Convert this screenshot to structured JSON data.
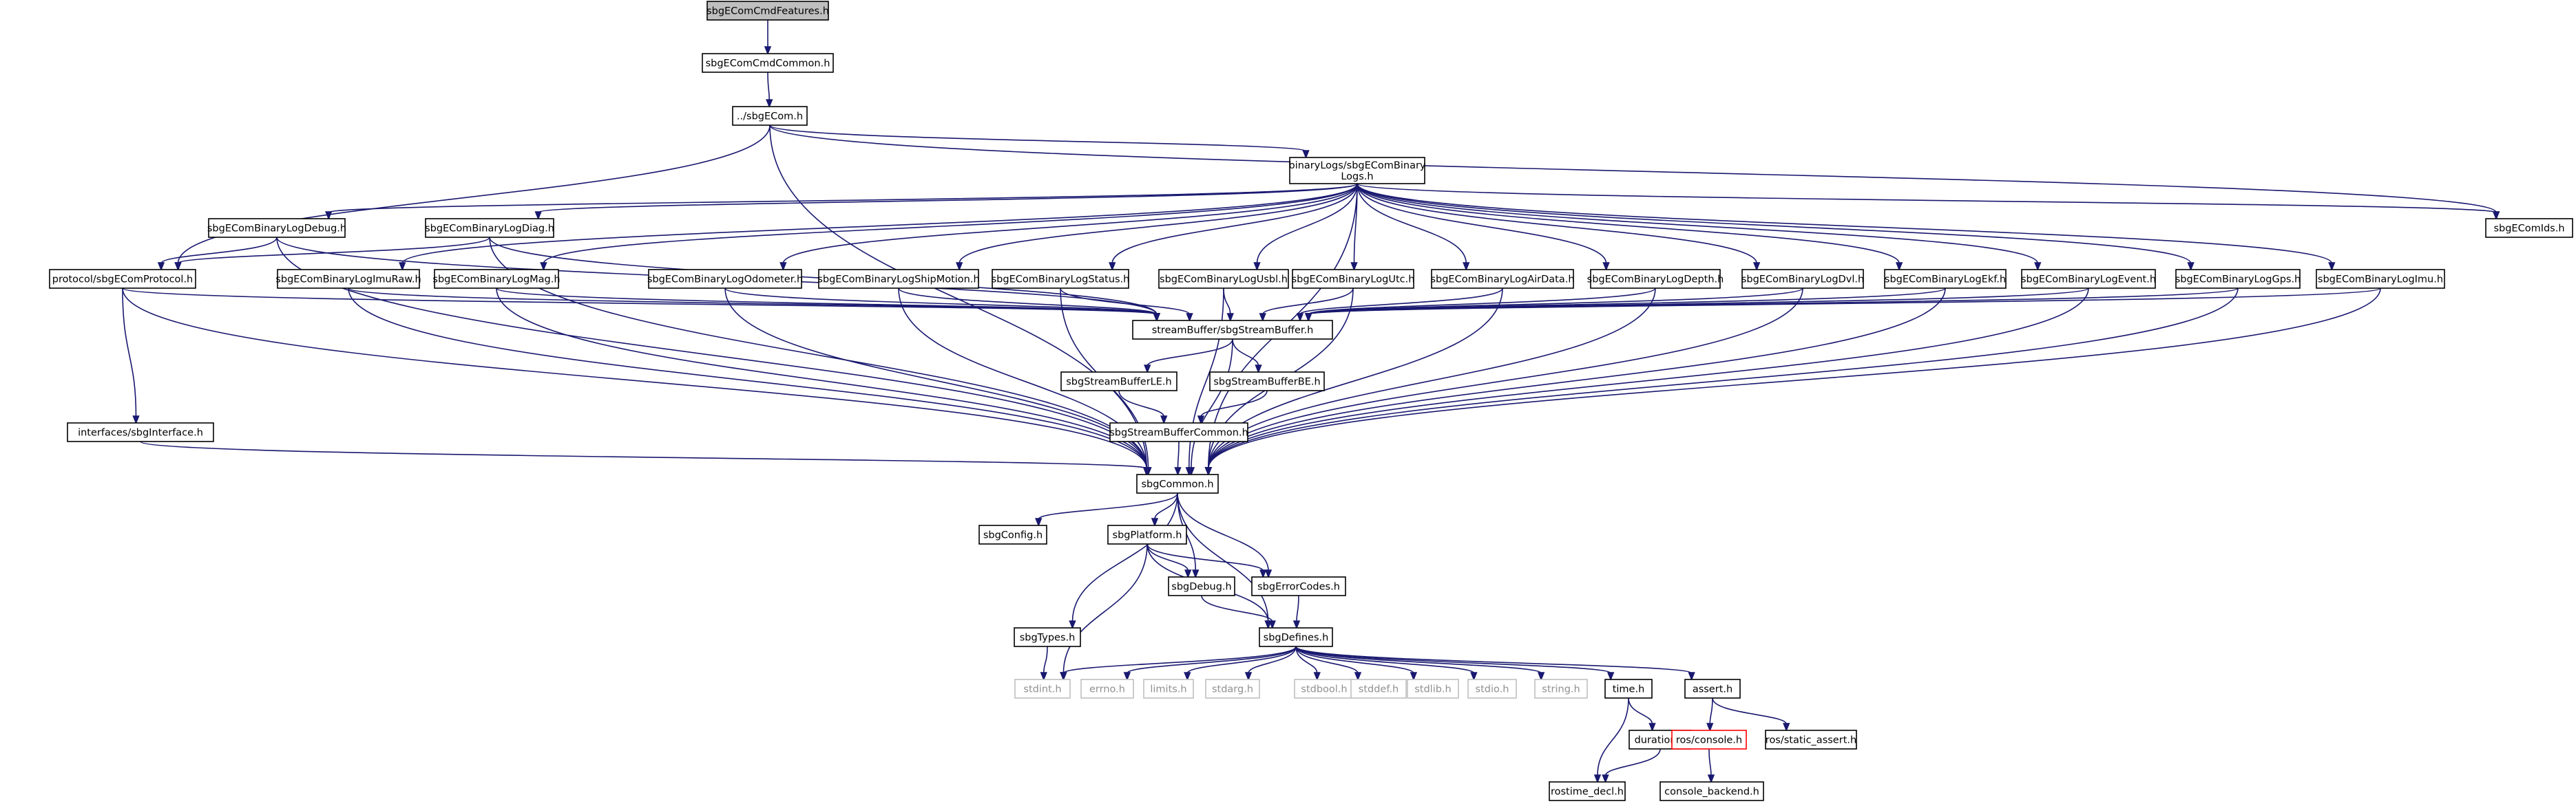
{
  "colors": {
    "edge": "#191970",
    "node_border": "#000000",
    "external_border": "#bfbfbf",
    "missing_border": "#ff0000",
    "root_fill": "#bfbfbf",
    "node_fill": "#ffffff",
    "external_text": "#909090"
  },
  "nodes": [
    {
      "id": "features",
      "lines": [
        "sbgEComCmdFeatures.h"
      ],
      "kind": "root"
    },
    {
      "id": "cmdcommon",
      "lines": [
        "sbgEComCmdCommon.h"
      ],
      "kind": "normal"
    },
    {
      "id": "ecom",
      "lines": [
        "../sbgECom.h"
      ],
      "kind": "normal"
    },
    {
      "id": "binarylogs",
      "lines": [
        "binaryLogs/sbgEComBinary",
        "Logs.h"
      ],
      "kind": "normal"
    },
    {
      "id": "ids",
      "lines": [
        "sbgEComIds.h"
      ],
      "kind": "normal"
    },
    {
      "id": "logdebug",
      "lines": [
        "sbgEComBinaryLogDebug.h"
      ],
      "kind": "normal"
    },
    {
      "id": "logdiag",
      "lines": [
        "sbgEComBinaryLogDiag.h"
      ],
      "kind": "normal"
    },
    {
      "id": "protocol",
      "lines": [
        "protocol/sbgEComProtocol.h"
      ],
      "kind": "normal"
    },
    {
      "id": "imuraw",
      "lines": [
        "sbgEComBinaryLogImuRaw.h"
      ],
      "kind": "normal"
    },
    {
      "id": "mag",
      "lines": [
        "sbgEComBinaryLogMag.h"
      ],
      "kind": "normal"
    },
    {
      "id": "odometer",
      "lines": [
        "sbgEComBinaryLogOdometer.h"
      ],
      "kind": "normal"
    },
    {
      "id": "shipmotion",
      "lines": [
        "sbgEComBinaryLogShipMotion.h"
      ],
      "kind": "normal"
    },
    {
      "id": "status",
      "lines": [
        "sbgEComBinaryLogStatus.h"
      ],
      "kind": "normal"
    },
    {
      "id": "usbl",
      "lines": [
        "sbgEComBinaryLogUsbl.h"
      ],
      "kind": "normal"
    },
    {
      "id": "utc",
      "lines": [
        "sbgEComBinaryLogUtc.h"
      ],
      "kind": "normal"
    },
    {
      "id": "airdata",
      "lines": [
        "sbgEComBinaryLogAirData.h"
      ],
      "kind": "normal"
    },
    {
      "id": "depth",
      "lines": [
        "sbgEComBinaryLogDepth.h"
      ],
      "kind": "normal"
    },
    {
      "id": "dvl",
      "lines": [
        "sbgEComBinaryLogDvl.h"
      ],
      "kind": "normal"
    },
    {
      "id": "ekf",
      "lines": [
        "sbgEComBinaryLogEkf.h"
      ],
      "kind": "normal"
    },
    {
      "id": "event",
      "lines": [
        "sbgEComBinaryLogEvent.h"
      ],
      "kind": "normal"
    },
    {
      "id": "gps",
      "lines": [
        "sbgEComBinaryLogGps.h"
      ],
      "kind": "normal"
    },
    {
      "id": "imu",
      "lines": [
        "sbgEComBinaryLogImu.h"
      ],
      "kind": "normal"
    },
    {
      "id": "streambuffer",
      "lines": [
        "streamBuffer/sbgStreamBuffer.h"
      ],
      "kind": "normal"
    },
    {
      "id": "interface",
      "lines": [
        "interfaces/sbgInterface.h"
      ],
      "kind": "normal"
    },
    {
      "id": "sble",
      "lines": [
        "sbgStreamBufferLE.h"
      ],
      "kind": "normal"
    },
    {
      "id": "sbbe",
      "lines": [
        "sbgStreamBufferBE.h"
      ],
      "kind": "normal"
    },
    {
      "id": "sbcommon",
      "lines": [
        "sbgStreamBufferCommon.h"
      ],
      "kind": "normal"
    },
    {
      "id": "common",
      "lines": [
        "sbgCommon.h"
      ],
      "kind": "normal"
    },
    {
      "id": "config",
      "lines": [
        "sbgConfig.h"
      ],
      "kind": "normal"
    },
    {
      "id": "platform",
      "lines": [
        "sbgPlatform.h"
      ],
      "kind": "normal"
    },
    {
      "id": "debug",
      "lines": [
        "sbgDebug.h"
      ],
      "kind": "normal"
    },
    {
      "id": "errorcodes",
      "lines": [
        "sbgErrorCodes.h"
      ],
      "kind": "normal"
    },
    {
      "id": "types",
      "lines": [
        "sbgTypes.h"
      ],
      "kind": "normal"
    },
    {
      "id": "defines",
      "lines": [
        "sbgDefines.h"
      ],
      "kind": "normal"
    },
    {
      "id": "stdint",
      "lines": [
        "stdint.h"
      ],
      "kind": "external"
    },
    {
      "id": "errno",
      "lines": [
        "errno.h"
      ],
      "kind": "external"
    },
    {
      "id": "limits",
      "lines": [
        "limits.h"
      ],
      "kind": "external"
    },
    {
      "id": "stdarg",
      "lines": [
        "stdarg.h"
      ],
      "kind": "external"
    },
    {
      "id": "stdbool",
      "lines": [
        "stdbool.h"
      ],
      "kind": "external"
    },
    {
      "id": "stddef",
      "lines": [
        "stddef.h"
      ],
      "kind": "external"
    },
    {
      "id": "stdlib",
      "lines": [
        "stdlib.h"
      ],
      "kind": "external"
    },
    {
      "id": "stdio",
      "lines": [
        "stdio.h"
      ],
      "kind": "external"
    },
    {
      "id": "string",
      "lines": [
        "string.h"
      ],
      "kind": "external"
    },
    {
      "id": "time",
      "lines": [
        "time.h"
      ],
      "kind": "normal"
    },
    {
      "id": "assert",
      "lines": [
        "assert.h"
      ],
      "kind": "normal"
    },
    {
      "id": "duration",
      "lines": [
        "duration.h"
      ],
      "kind": "normal"
    },
    {
      "id": "rosconsole",
      "lines": [
        "ros/console.h"
      ],
      "kind": "missing"
    },
    {
      "id": "staticassert",
      "lines": [
        "ros/static_assert.h"
      ],
      "kind": "normal"
    },
    {
      "id": "rostime",
      "lines": [
        "rostime_decl.h"
      ],
      "kind": "normal"
    },
    {
      "id": "consolebackend",
      "lines": [
        "console_backend.h"
      ],
      "kind": "normal"
    }
  ],
  "edges": [
    [
      "features",
      "cmdcommon"
    ],
    [
      "cmdcommon",
      "ecom"
    ],
    [
      "ecom",
      "binarylogs"
    ],
    [
      "ecom",
      "ids"
    ],
    [
      "ecom",
      "protocol"
    ],
    [
      "ecom",
      "common"
    ],
    [
      "binarylogs",
      "ids"
    ],
    [
      "binarylogs",
      "logdebug"
    ],
    [
      "binarylogs",
      "logdiag"
    ],
    [
      "binarylogs",
      "imuraw"
    ],
    [
      "binarylogs",
      "mag"
    ],
    [
      "binarylogs",
      "odometer"
    ],
    [
      "binarylogs",
      "shipmotion"
    ],
    [
      "binarylogs",
      "status"
    ],
    [
      "binarylogs",
      "usbl"
    ],
    [
      "binarylogs",
      "utc"
    ],
    [
      "binarylogs",
      "airdata"
    ],
    [
      "binarylogs",
      "depth"
    ],
    [
      "binarylogs",
      "dvl"
    ],
    [
      "binarylogs",
      "ekf"
    ],
    [
      "binarylogs",
      "event"
    ],
    [
      "binarylogs",
      "gps"
    ],
    [
      "binarylogs",
      "imu"
    ],
    [
      "binarylogs",
      "common"
    ],
    [
      "logdebug",
      "protocol"
    ],
    [
      "logdebug",
      "streambuffer"
    ],
    [
      "logdebug",
      "common"
    ],
    [
      "logdiag",
      "protocol"
    ],
    [
      "logdiag",
      "streambuffer"
    ],
    [
      "logdiag",
      "common"
    ],
    [
      "protocol",
      "streambuffer"
    ],
    [
      "protocol",
      "interface"
    ],
    [
      "protocol",
      "common"
    ],
    [
      "imuraw",
      "streambuffer"
    ],
    [
      "imuraw",
      "common"
    ],
    [
      "mag",
      "streambuffer"
    ],
    [
      "mag",
      "common"
    ],
    [
      "odometer",
      "streambuffer"
    ],
    [
      "odometer",
      "common"
    ],
    [
      "shipmotion",
      "streambuffer"
    ],
    [
      "shipmotion",
      "common"
    ],
    [
      "status",
      "streambuffer"
    ],
    [
      "status",
      "common"
    ],
    [
      "usbl",
      "streambuffer"
    ],
    [
      "usbl",
      "common"
    ],
    [
      "utc",
      "streambuffer"
    ],
    [
      "utc",
      "common"
    ],
    [
      "airdata",
      "streambuffer"
    ],
    [
      "airdata",
      "common"
    ],
    [
      "depth",
      "streambuffer"
    ],
    [
      "depth",
      "common"
    ],
    [
      "dvl",
      "streambuffer"
    ],
    [
      "dvl",
      "common"
    ],
    [
      "ekf",
      "streambuffer"
    ],
    [
      "ekf",
      "common"
    ],
    [
      "event",
      "streambuffer"
    ],
    [
      "event",
      "common"
    ],
    [
      "gps",
      "streambuffer"
    ],
    [
      "gps",
      "common"
    ],
    [
      "imu",
      "streambuffer"
    ],
    [
      "imu",
      "common"
    ],
    [
      "streambuffer",
      "sble"
    ],
    [
      "streambuffer",
      "sbbe"
    ],
    [
      "streambuffer",
      "common"
    ],
    [
      "sble",
      "sbcommon"
    ],
    [
      "sbbe",
      "sbcommon"
    ],
    [
      "sbcommon",
      "common"
    ],
    [
      "interface",
      "common"
    ],
    [
      "common",
      "config"
    ],
    [
      "common",
      "platform"
    ],
    [
      "common",
      "debug"
    ],
    [
      "common",
      "errorcodes"
    ],
    [
      "common",
      "types"
    ],
    [
      "common",
      "defines"
    ],
    [
      "platform",
      "debug"
    ],
    [
      "platform",
      "errorcodes"
    ],
    [
      "platform",
      "defines"
    ],
    [
      "platform",
      "stdint"
    ],
    [
      "debug",
      "defines"
    ],
    [
      "errorcodes",
      "defines"
    ],
    [
      "types",
      "stdint"
    ],
    [
      "defines",
      "stdint"
    ],
    [
      "defines",
      "errno"
    ],
    [
      "defines",
      "limits"
    ],
    [
      "defines",
      "stdarg"
    ],
    [
      "defines",
      "stdbool"
    ],
    [
      "defines",
      "stddef"
    ],
    [
      "defines",
      "stdlib"
    ],
    [
      "defines",
      "stdio"
    ],
    [
      "defines",
      "string"
    ],
    [
      "defines",
      "time"
    ],
    [
      "defines",
      "assert"
    ],
    [
      "time",
      "duration"
    ],
    [
      "time",
      "rostime"
    ],
    [
      "duration",
      "rostime"
    ],
    [
      "assert",
      "rosconsole"
    ],
    [
      "assert",
      "staticassert"
    ],
    [
      "rosconsole",
      "consolebackend"
    ]
  ]
}
